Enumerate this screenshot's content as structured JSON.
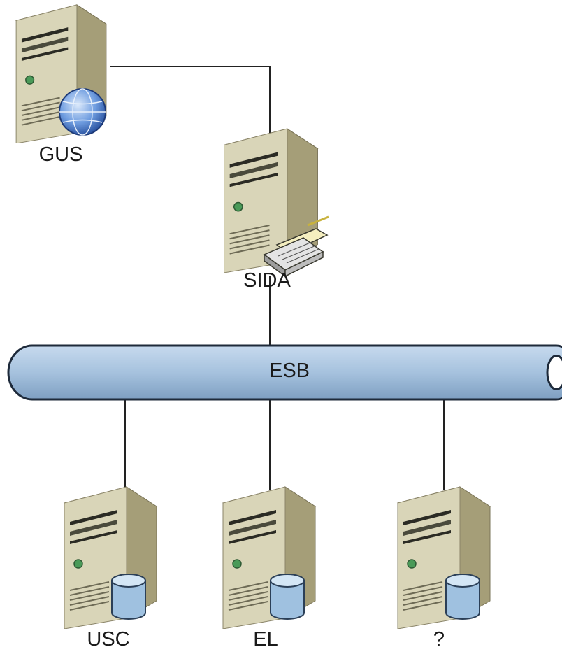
{
  "servers": {
    "gus": {
      "label": "GUS",
      "badge_icon": "globe-icon"
    },
    "sida": {
      "label": "SIDA",
      "badge_icon": "router-icon"
    },
    "usc": {
      "label": "USC",
      "badge_icon": "database-icon"
    },
    "el": {
      "label": "EL",
      "badge_icon": "database-icon"
    },
    "unknown": {
      "label": "?",
      "badge_icon": "database-icon"
    }
  },
  "bus": {
    "label": "ESB"
  },
  "colors": {
    "server_front": "#d8d4b8",
    "server_side": "#a8a17c",
    "server_top": "#efebd4",
    "bus_fill": "#a9c5e0",
    "bus_stroke": "#1e2a3a",
    "cylinder_fill": "#9fc1e0",
    "connector": "#222222"
  }
}
